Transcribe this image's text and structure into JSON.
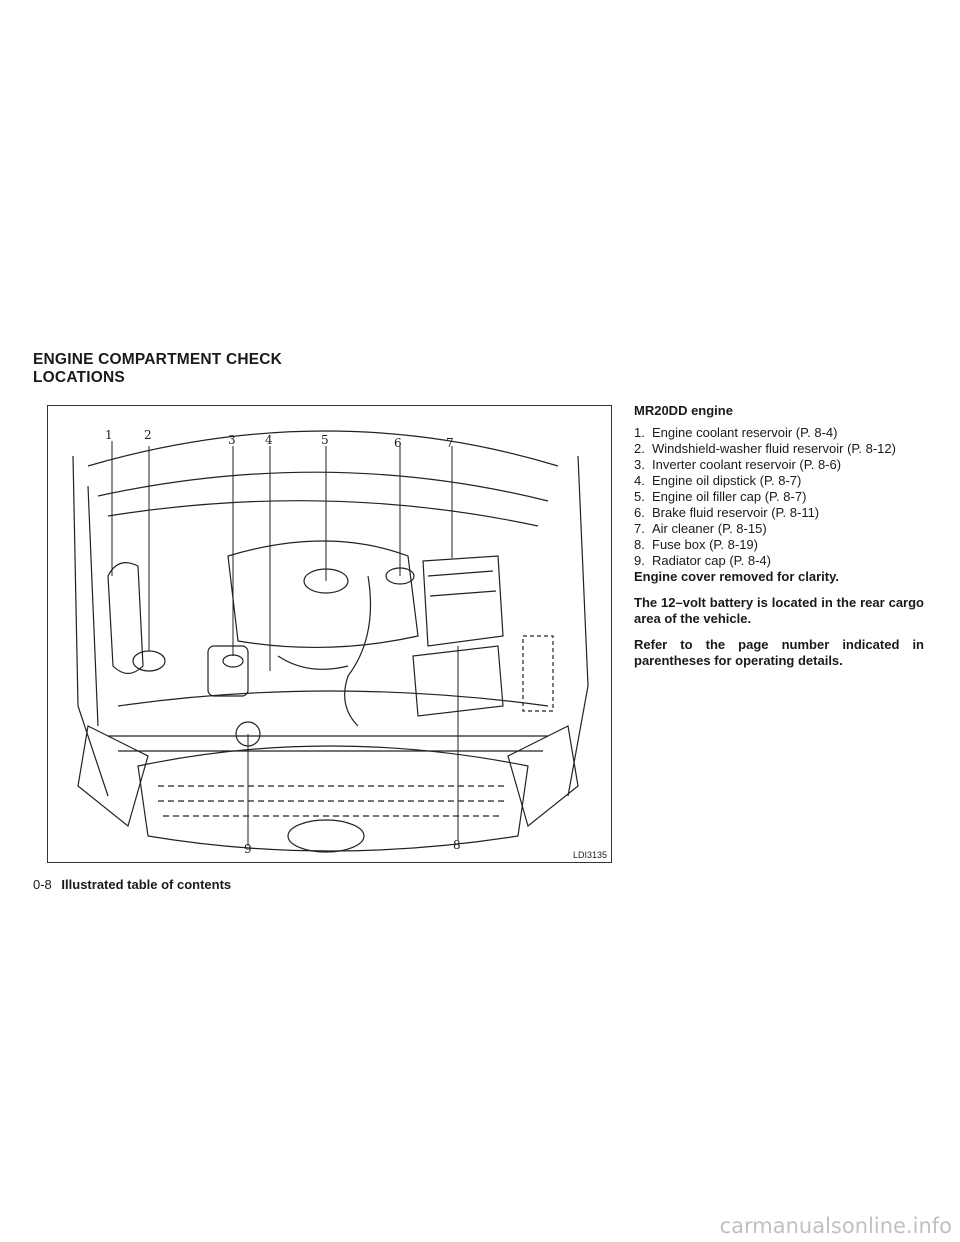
{
  "section_title": "ENGINE COMPARTMENT CHECK LOCATIONS",
  "figure": {
    "id": "LDI3135",
    "callouts": [
      "1",
      "2",
      "3",
      "4",
      "5",
      "6",
      "7",
      "8",
      "9"
    ]
  },
  "engine_heading": "MR20DD engine",
  "locations": [
    {
      "num": "1.",
      "text": "Engine coolant reservoir (P. 8-4)"
    },
    {
      "num": "2.",
      "text": "Windshield-washer fluid reservoir (P. 8-12)"
    },
    {
      "num": "3.",
      "text": "Inverter coolant reservoir (P. 8-6)"
    },
    {
      "num": "4.",
      "text": "Engine oil dipstick (P. 8-7)"
    },
    {
      "num": "5.",
      "text": "Engine oil filler cap (P. 8-7)"
    },
    {
      "num": "6.",
      "text": "Brake fluid reservoir (P. 8-11)"
    },
    {
      "num": "7.",
      "text": "Air cleaner (P. 8-15)"
    },
    {
      "num": "8.",
      "text": "Fuse box (P. 8-19)"
    },
    {
      "num": "9.",
      "text": "Radiator cap (P. 8-4)"
    }
  ],
  "notes": [
    "Engine cover removed for clarity.",
    "The 12–volt battery is located in the rear cargo area of the vehicle.",
    "Refer to the page number indicated in parentheses for operating details."
  ],
  "footer": {
    "page_number": "0-8",
    "section": "Illustrated table of contents"
  },
  "watermark": "carmanualsonline.info"
}
